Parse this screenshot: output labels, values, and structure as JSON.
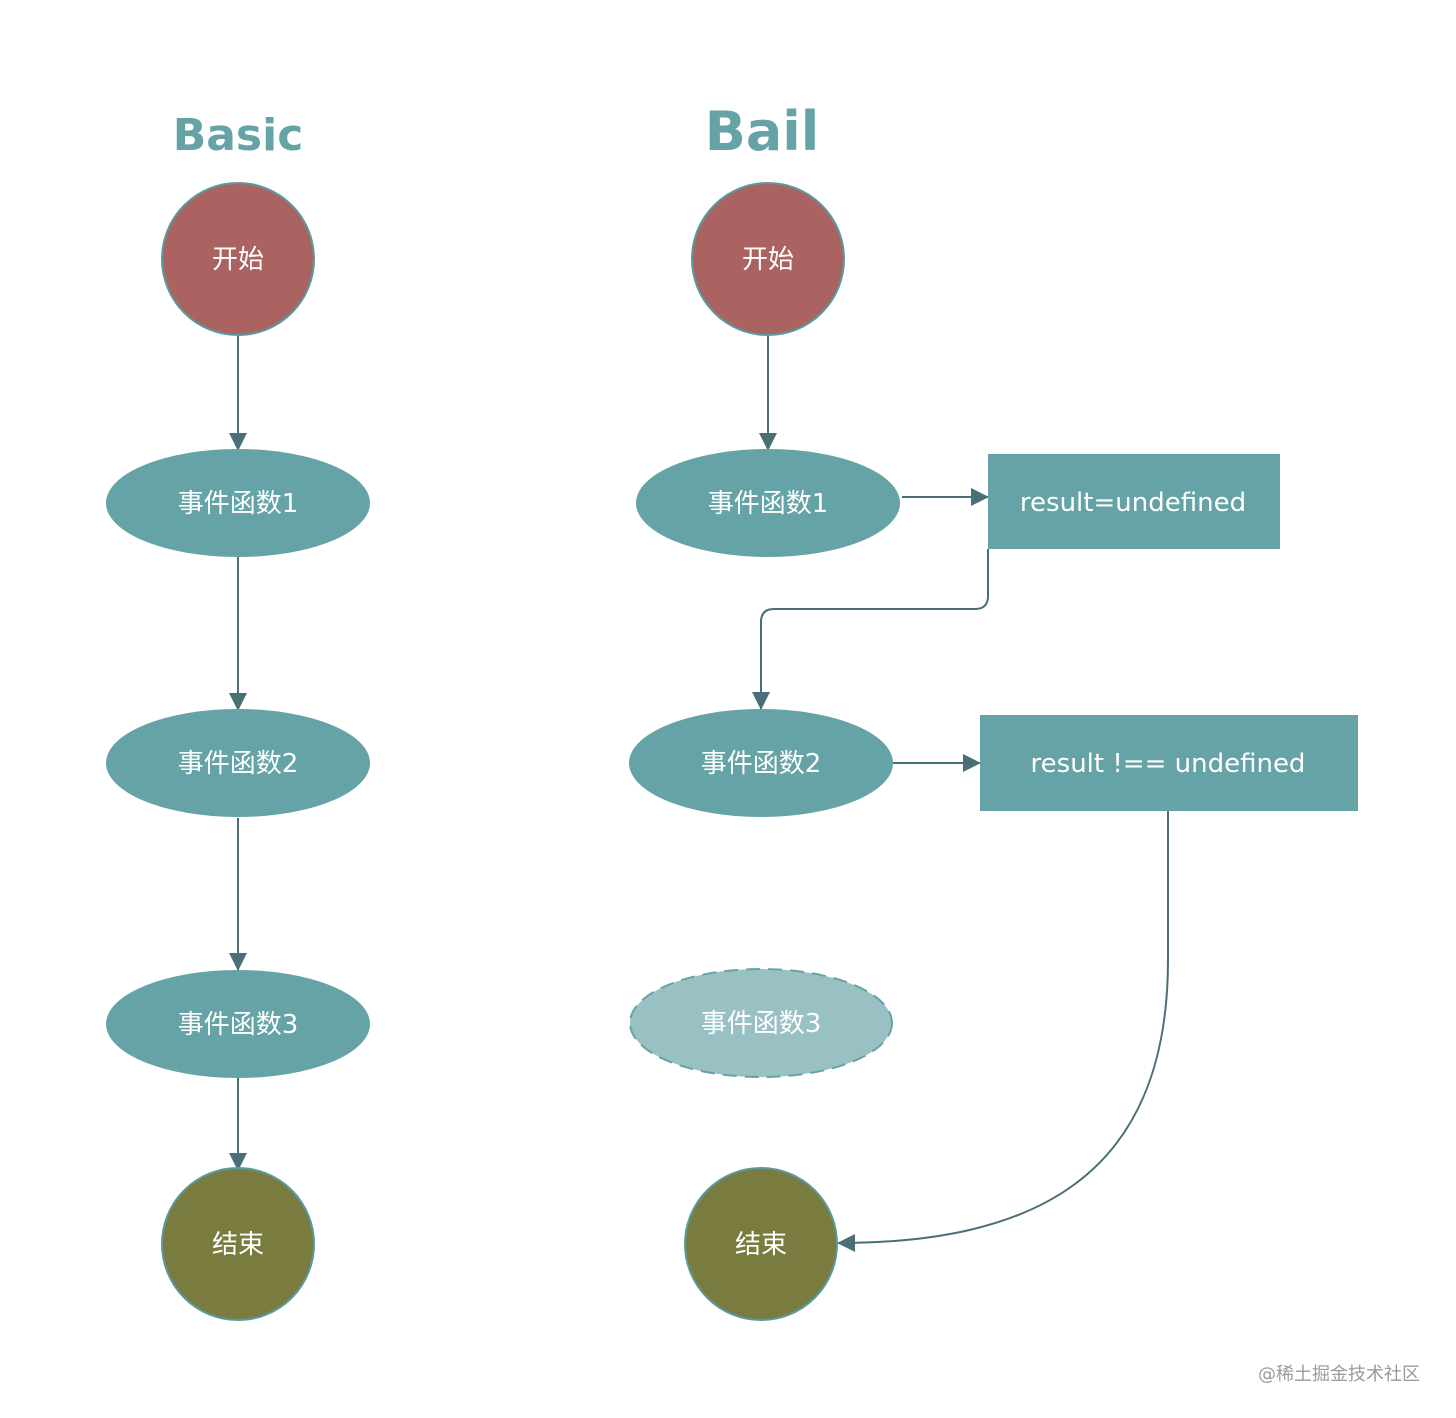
{
  "colors": {
    "title": "#66a3a6",
    "start": "#ab6361",
    "event": "#66a3a6",
    "event_faded": "#99c1c4",
    "end": "#7a7b3f",
    "edge": "#4b6f77",
    "node_stroke": "#5a9a9e",
    "watermark": "#9a9a9a"
  },
  "basic": {
    "title": "Basic",
    "start": "开始",
    "event1": "事件函数1",
    "event2": "事件函数2",
    "event3": "事件函数3",
    "end": "结束"
  },
  "bail": {
    "title": "Bail",
    "start": "开始",
    "event1": "事件函数1",
    "event2": "事件函数2",
    "event3": "事件函数3",
    "end": "结束",
    "result1": "result=undefined",
    "result2": "result !== undefined"
  },
  "watermark": "@稀土掘金技术社区"
}
